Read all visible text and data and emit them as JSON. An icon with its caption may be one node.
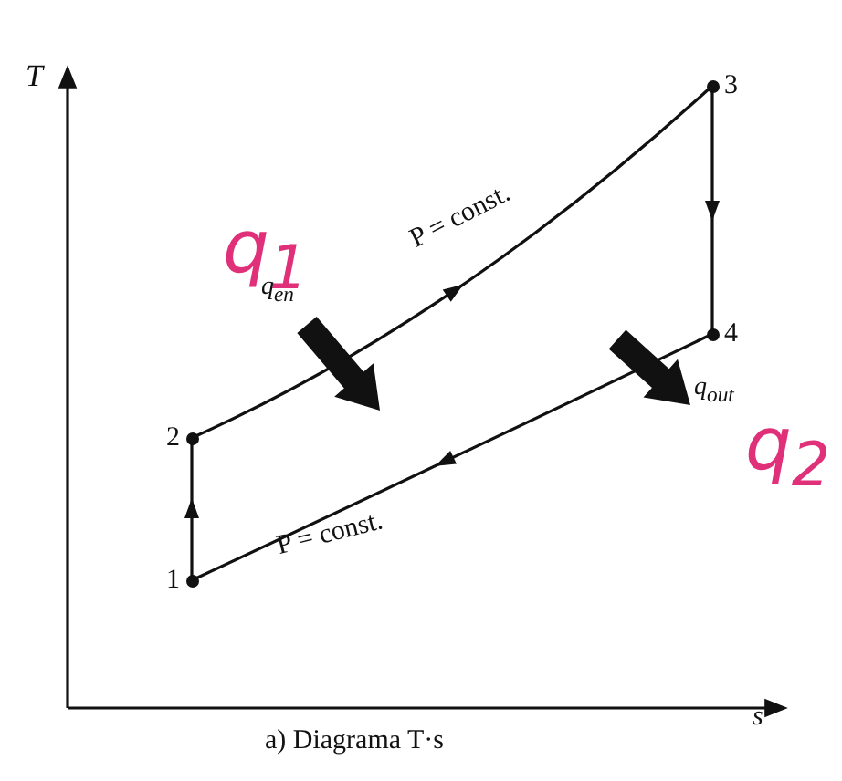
{
  "diagram": {
    "caption": "a) Diagrama T·s",
    "nodes": [
      {
        "text": [
          "1"
        ]
      },
      {
        "text": [
          "2"
        ]
      },
      {
        "text": [
          "3"
        ]
      },
      {
        "text": [
          "4"
        ]
      }
    ],
    "edges": [
      {
        "from": 0,
        "to": 1,
        "arrow": "to"
      },
      {
        "from": 1,
        "to": 2,
        "arrow": "to",
        "label": "P = const."
      },
      {
        "from": 2,
        "to": 3,
        "arrow": "to"
      },
      {
        "from": 3,
        "to": 0,
        "arrow": "to",
        "label": "P = const."
      }
    ],
    "labels": [
      "T",
      "q$_{1}$",
      "q$_{en}$",
      "q$_{out}$",
      "q$_{2}$",
      "s"
    ]
  }
}
